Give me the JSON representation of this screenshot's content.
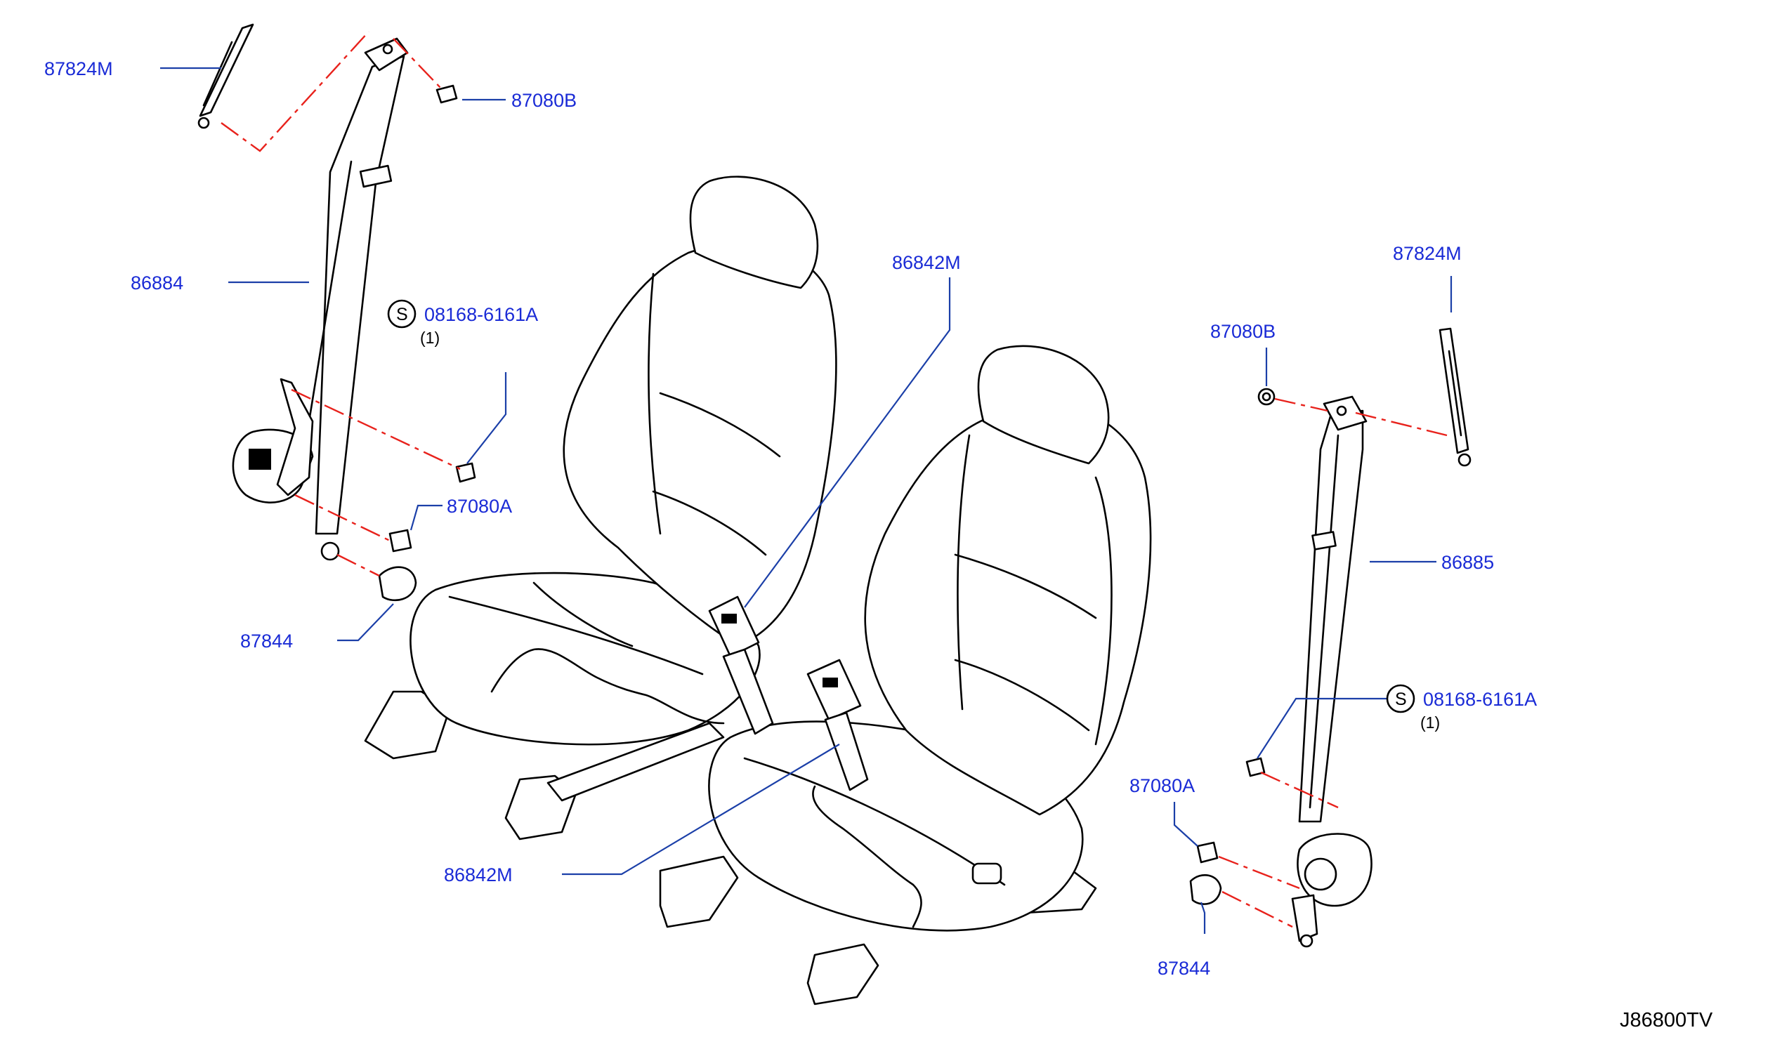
{
  "colors": {
    "label": "#1a2bd6",
    "leader": "#1b3fa8",
    "hidden_line": "#e8221c",
    "art": "#000000",
    "background": "#ffffff"
  },
  "labels": {
    "upper_left_adjuster": "87824M",
    "upper_left_anchor_bolt": "87080B",
    "left_belt_assembly": "86884",
    "left_screw": "08168-6161A",
    "left_screw_qty": "(1)",
    "left_lower_bolt": "87080A",
    "left_cover": "87844",
    "front_buckle": "86842M",
    "rear_buckle": "86842M",
    "right_adjuster": "87824M",
    "right_anchor_bolt": "87080B",
    "right_belt_assembly": "86885",
    "right_screw": "08168-6161A",
    "right_screw_qty": "(1)",
    "right_lower_bolt": "87080A",
    "right_cover": "87844",
    "s_mark_left": "S",
    "s_mark_right": "S"
  },
  "diagram_code": "J86800TV"
}
